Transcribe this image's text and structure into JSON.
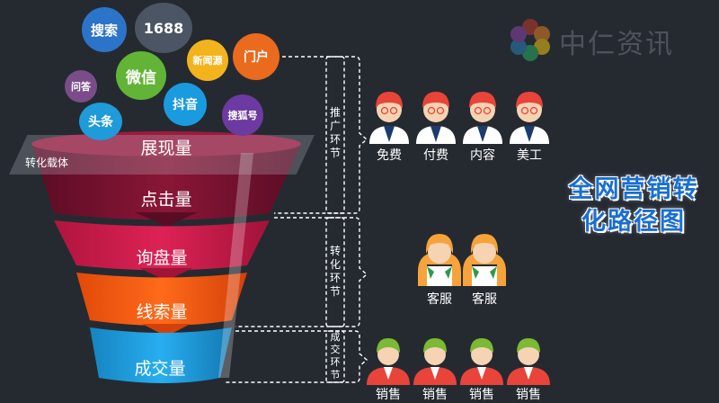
{
  "bubbles": [
    "搜索",
    "1688",
    "新闻源",
    "门户",
    "微信",
    "问答",
    "头条",
    "抖音",
    "搜狐号"
  ],
  "carrier_label": "转化载体",
  "funnel_stages": [
    "展现量",
    "点击量",
    "询盘量",
    "线索量",
    "成交量"
  ],
  "sections": [
    {
      "label": "推广环节",
      "roles": [
        "免费",
        "付费",
        "内容",
        "美工"
      ]
    },
    {
      "label": "转化环节",
      "roles": [
        "客服",
        "客服"
      ]
    },
    {
      "label": "成交环节",
      "roles": [
        "销售",
        "销售",
        "销售",
        "销售"
      ]
    }
  ],
  "title_lines": [
    "全网营销转",
    "化路径图"
  ],
  "logo_text": "中仁资讯",
  "colors": {
    "background": "#252a31",
    "stage1": "#6e0f2e",
    "stage2": "#c71b4a",
    "stage3": "#f0550f",
    "stage4": "#1b9ad6",
    "title": "#1a6fd0"
  }
}
